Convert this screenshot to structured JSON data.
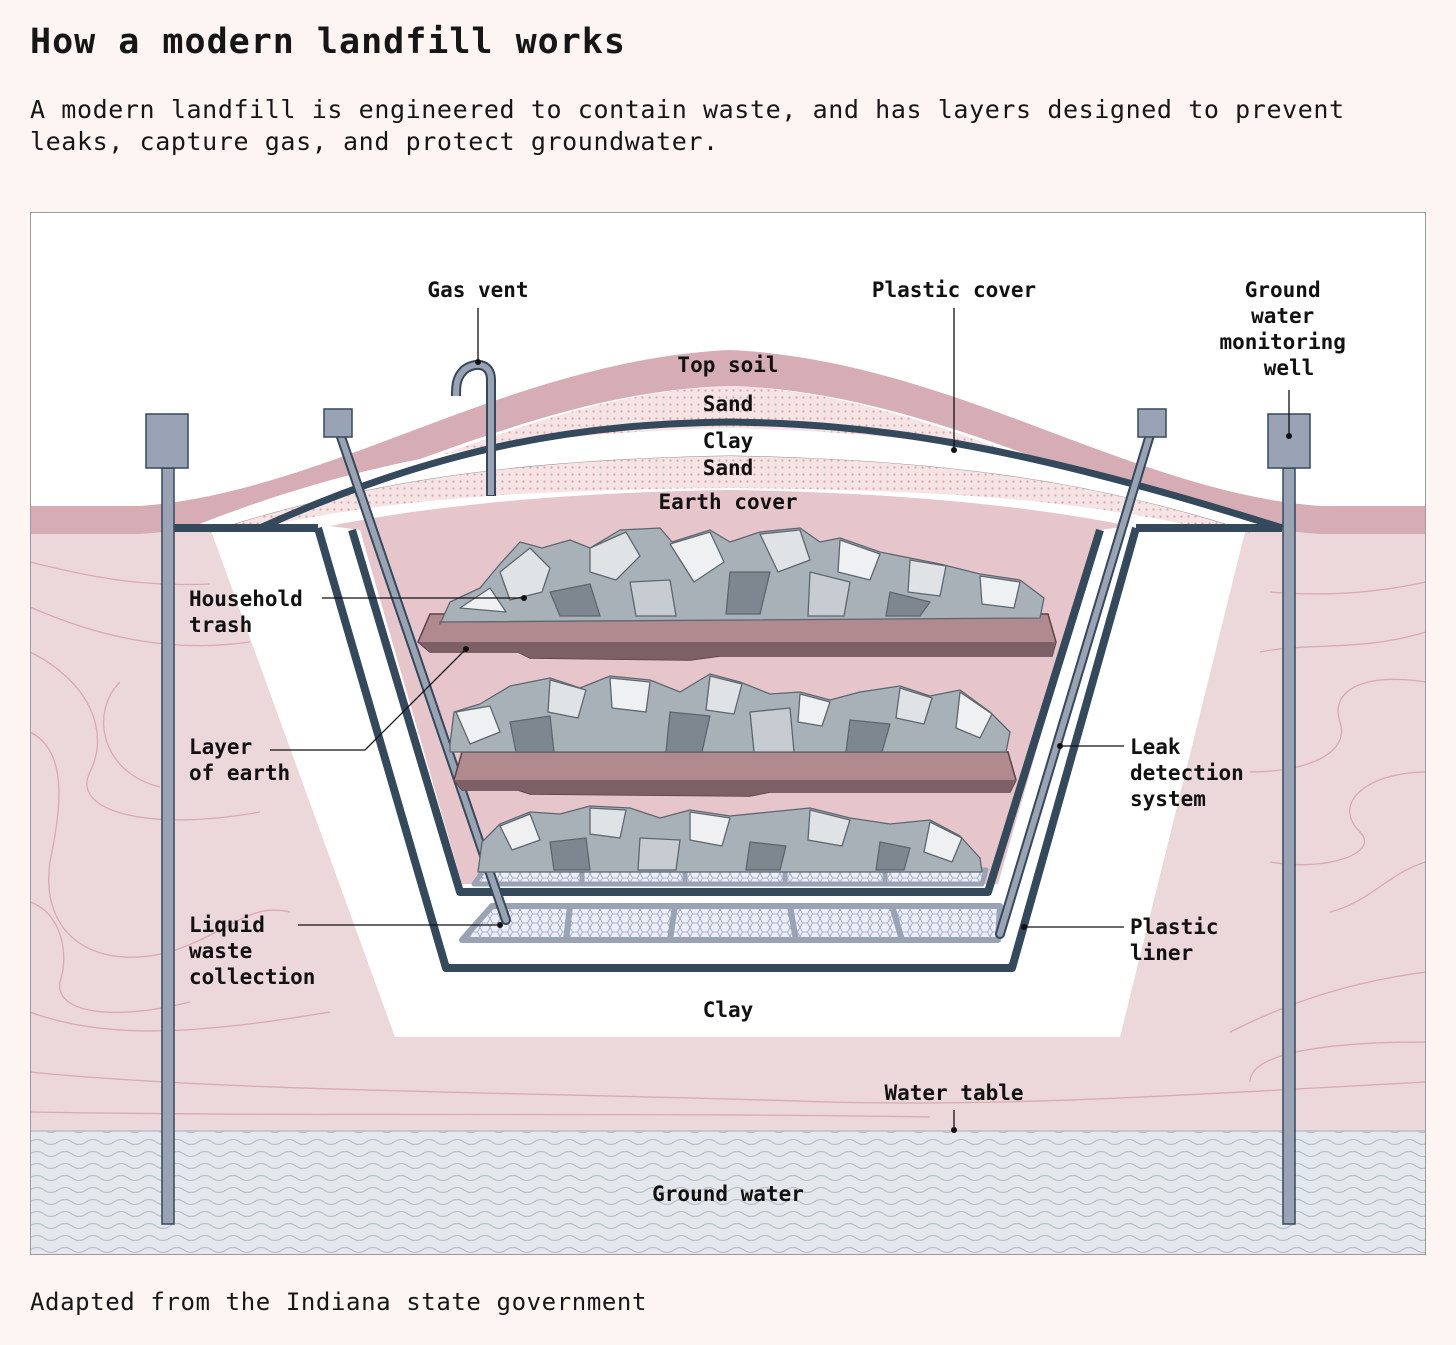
{
  "title": "How a modern landfill works",
  "subtitle": "A modern landfill is engineered to contain waste, and has layers designed to prevent leaks, capture gas, and protect groundwater.",
  "source": "Adapted from the Indiana state government",
  "colors": {
    "background": "#fdf5f2",
    "panel": "#ffffff",
    "earth": "#ecd7da",
    "top_soil": "#d6adb5",
    "sand": "#f6e3e3",
    "earth_cover": "#e6c6cb",
    "earth_layer": "#b08a8f",
    "clay": "#ffffff",
    "liner": "#344a5c",
    "pipe": "#9aa3b4",
    "groundwater": "#e4e8ec",
    "trash": "#a9b1b8"
  },
  "labels": {
    "gas_vent": "Gas vent",
    "plastic_cover": "Plastic cover",
    "monitoring_well": [
      "Ground",
      "water",
      "monitoring",
      "well"
    ],
    "top_soil": "Top soil",
    "sand_top": "Sand",
    "clay_top": "Clay",
    "sand_bottom": "Sand",
    "earth_cover": "Earth cover",
    "household_trash": [
      "Household",
      "trash"
    ],
    "layer_of_earth": [
      "Layer",
      "of earth"
    ],
    "liquid_waste": [
      "Liquid",
      "waste",
      "collection"
    ],
    "leak_detection": [
      "Leak",
      "detection",
      "system"
    ],
    "plastic_liner": [
      "Plastic",
      "liner"
    ],
    "clay_bottom": "Clay",
    "water_table": "Water table",
    "ground_water": "Ground water"
  }
}
